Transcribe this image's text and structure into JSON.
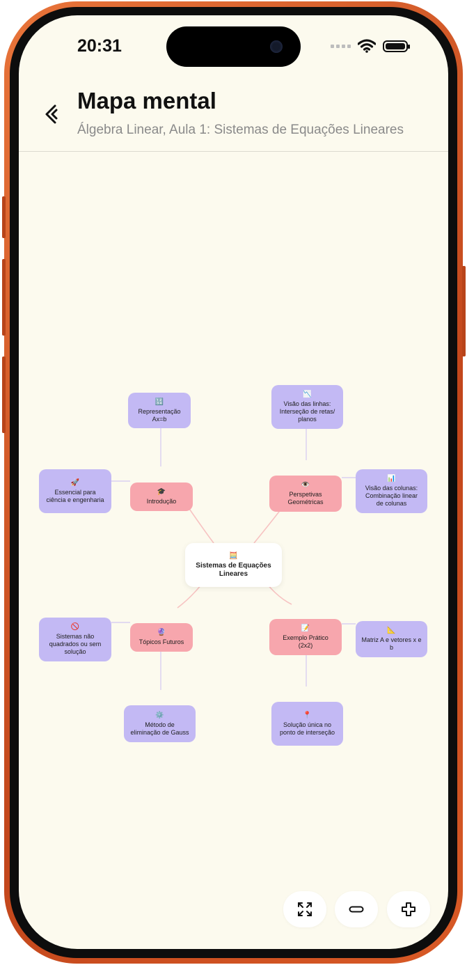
{
  "status": {
    "time": "20:31"
  },
  "header": {
    "title": "Mapa mental",
    "subtitle": "Álgebra Linear, Aula 1: Sistemas de Equações Lineares"
  },
  "mindmap": {
    "root": {
      "emoji": "🧮",
      "label": "Sistemas de Equações Lineares"
    },
    "branches": {
      "intro": {
        "emoji": "🎓",
        "label": "Introdução"
      },
      "persp": {
        "emoji": "👁️",
        "label": "Perspetivas Geométricas"
      },
      "futuros": {
        "emoji": "🔮",
        "label": "Tópicos Futuros"
      },
      "exemplo": {
        "emoji": "📝",
        "label": "Exemplo Prático (2x2)"
      }
    },
    "leaves": {
      "repr": {
        "emoji": "🔢",
        "label": "Representação Ax=b"
      },
      "essencial": {
        "emoji": "🚀",
        "label": "Essencial para ciência e engenharia"
      },
      "linhas": {
        "emoji": "📉",
        "label": "Visão das linhas: Interseção de retas/ planos"
      },
      "colunas": {
        "emoji": "📊",
        "label": "Visão das colunas: Combinação linear de colunas"
      },
      "naoquad": {
        "emoji": "🚫",
        "label": "Sistemas não quadrados ou sem solução"
      },
      "gauss": {
        "emoji": "⚙️",
        "label": "Método de eliminação de Gauss"
      },
      "matriz": {
        "emoji": "📐",
        "label": "Matriz A e vetores x e b"
      },
      "solucao": {
        "emoji": "📍",
        "label": "Solução única no ponto de interseção"
      }
    }
  },
  "controls": {
    "fit_icon": "expand-arrows-icon",
    "zoom_out_icon": "minus-icon",
    "zoom_in_icon": "plus-icon"
  },
  "colors": {
    "background": "#fcfaee",
    "branch": "#f7a6ad",
    "leaf": "#c3b9f4",
    "root": "#ffffff",
    "frame": "#d85a26"
  }
}
